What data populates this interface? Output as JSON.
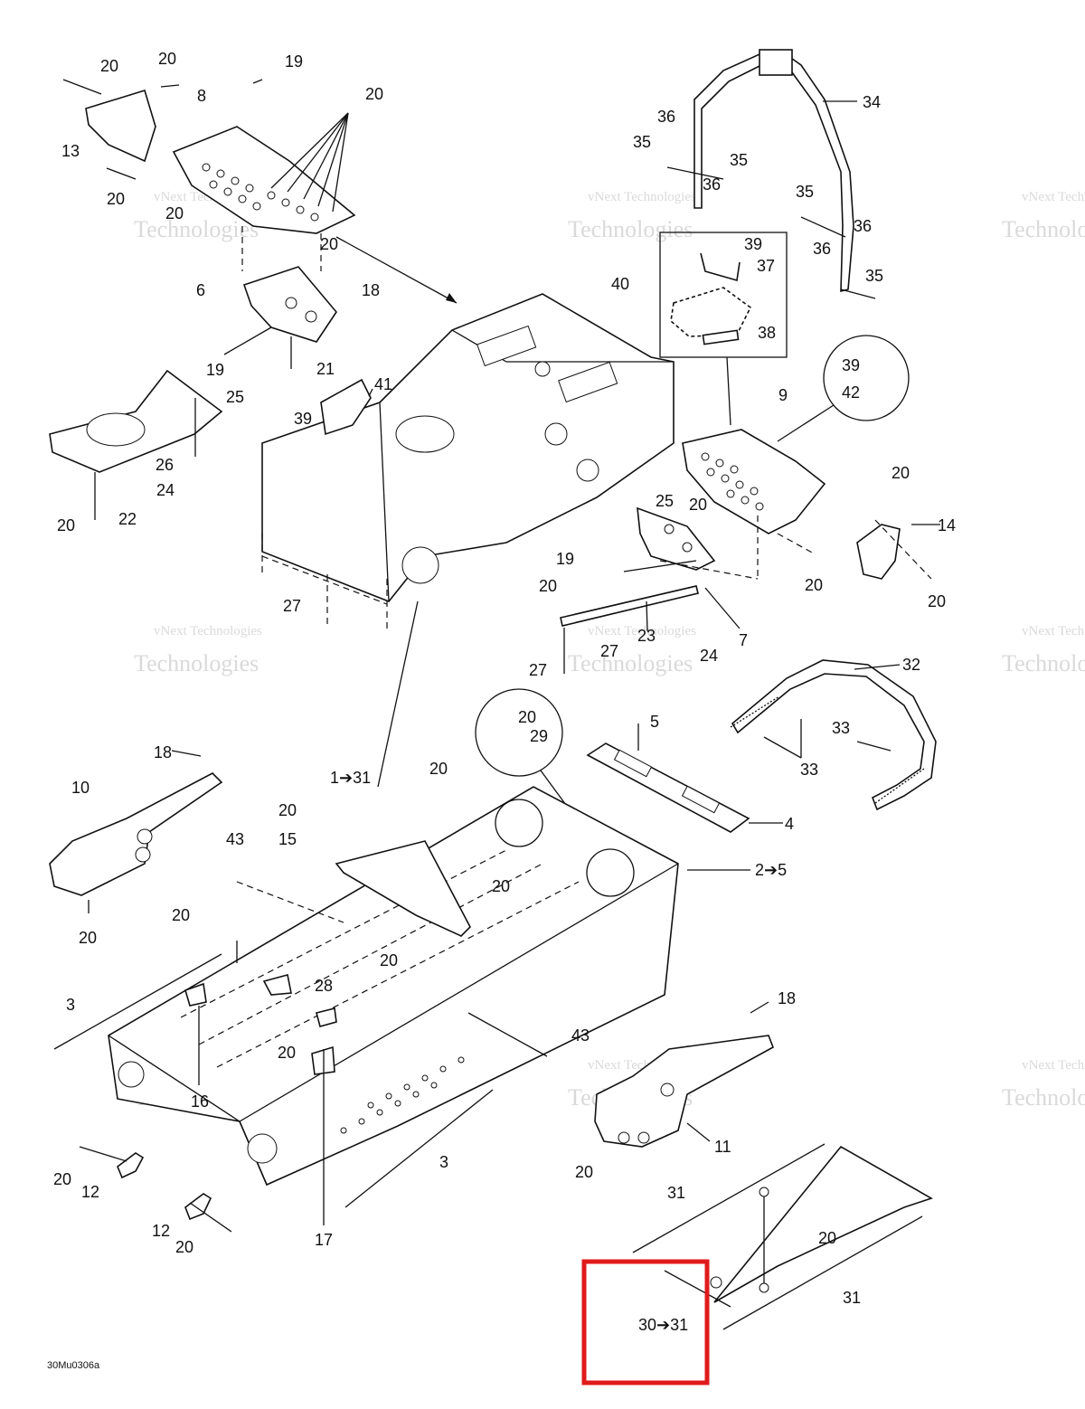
{
  "diagram": {
    "code": "30Mu0306a",
    "watermark": [
      "vNext Technologies",
      "Technologies"
    ],
    "highlight_color": "#e01b1b",
    "callouts": [
      "20",
      "20",
      "19",
      "20",
      "8",
      "13",
      "20",
      "20",
      "20",
      "6",
      "18",
      "19",
      "21",
      "40",
      "34",
      "36",
      "35",
      "35",
      "36",
      "35",
      "36",
      "36",
      "35",
      "39",
      "37",
      "38",
      "39",
      "42",
      "9",
      "25",
      "26",
      "24",
      "22",
      "20",
      "41",
      "39",
      "25",
      "20",
      "20",
      "14",
      "19",
      "20",
      "20",
      "7",
      "27",
      "20",
      "23",
      "24",
      "27",
      "27",
      "32",
      "33",
      "33",
      "5",
      "20",
      "29",
      "20",
      "18",
      "10",
      "20",
      "1➔31",
      "4",
      "20",
      "15",
      "43",
      "20",
      "2➔5",
      "20",
      "20",
      "3",
      "28",
      "20",
      "43",
      "18",
      "16",
      "11",
      "3",
      "20",
      "12",
      "20",
      "12",
      "20",
      "17",
      "31",
      "20",
      "31",
      "30➔31"
    ]
  }
}
